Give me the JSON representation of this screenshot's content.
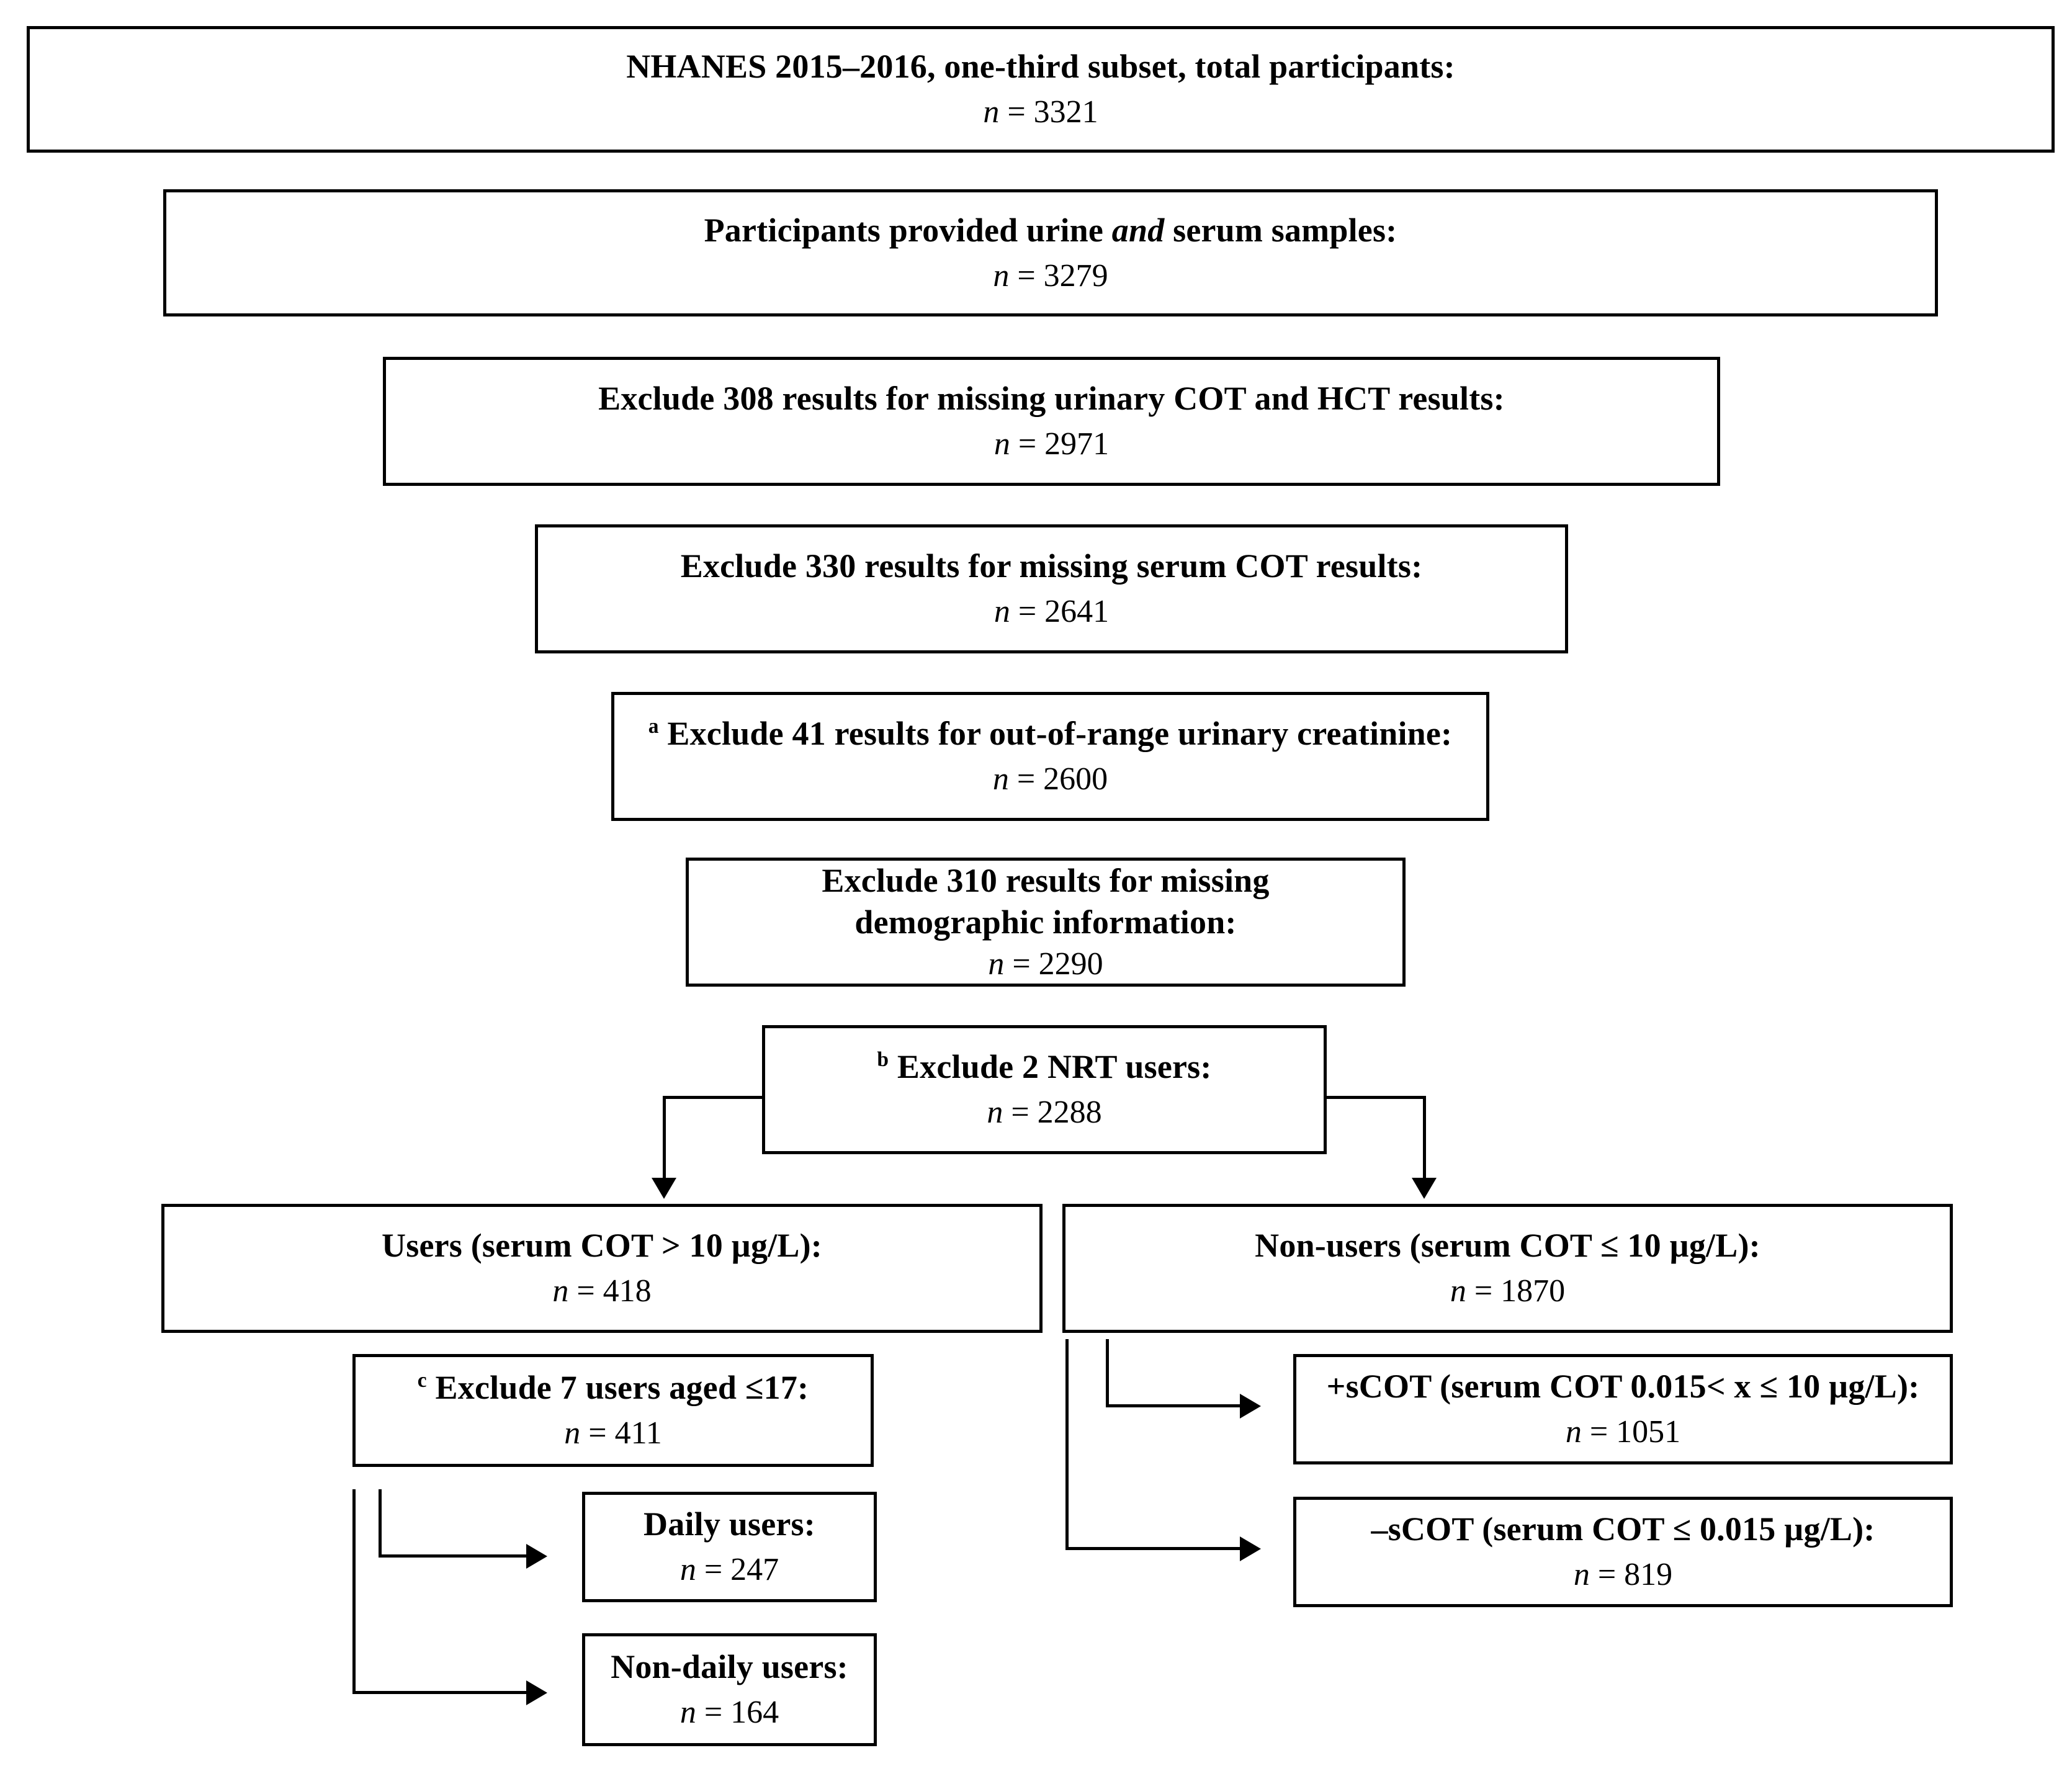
{
  "figure": {
    "type": "flow-diagram",
    "title": "NHANES participant selection flow diagram"
  },
  "nodes": {
    "total": {
      "line1_a": "NHANES 2015–2016, one-third subset, total participants:",
      "line2_n": "n",
      "line2_eq": " = 3321"
    },
    "samples": {
      "line1_a": "Participants provided urine ",
      "line1_ital": "and",
      "line1_b": " serum samples:",
      "line2_n": "n",
      "line2_eq": " = 3279"
    },
    "exclude_cot_hct": {
      "line1_a": "Exclude 308 results for missing urinary COT and HCT results:",
      "line2_n": "n",
      "line2_eq": " =  2971"
    },
    "exclude_serum_cot": {
      "line1_a": "Exclude 330 results for missing serum COT results:",
      "line2_n": "n",
      "line2_eq": " = 2641"
    },
    "exclude_creatinine": {
      "sup": "a",
      "line1_a": " Exclude 41 results for out-of-range  urinary  creatinine:",
      "line2_n": "n",
      "line2_eq": " = 2600"
    },
    "exclude_demographic": {
      "line1_a": "Exclude 310 results for missing",
      "line1_b": "demographic information:",
      "line2_n": "n",
      "line2_eq": " = 2290"
    },
    "exclude_nrt": {
      "sup": "b",
      "line1_a": " Exclude 2 NRT users:",
      "line2_n": "n",
      "line2_eq": " = 2288"
    },
    "users": {
      "line1_a": "Users (serum COT > 10 µg/L):",
      "line2_n": "n",
      "line2_eq": " = 418"
    },
    "non_users": {
      "line1_a": "Non-users (serum COT ≤ 10 µg/L):",
      "line2_n": "n",
      "line2_eq": " = 1870"
    },
    "exclude_aged": {
      "sup": "c",
      "line1_a": " Exclude 7 users aged ≤17:",
      "line2_n": "n",
      "line2_eq": " = 411"
    },
    "daily_users": {
      "line1_a": "Daily  users:",
      "line2_n": "n",
      "line2_eq": " = 247"
    },
    "non_daily_users": {
      "line1_a": "Non-daily users:",
      "line2_n": "n",
      "line2_eq": " = 164"
    },
    "scot_positive": {
      "line1_a": "+sCOT (serum  COT 0.015< x ≤ 10 µg/L):",
      "line2_n": "n",
      "line2_eq": " = 1051"
    },
    "scot_negative": {
      "line1_a": "–sCOT (serum COT ≤ 0.015 µg/L):",
      "line2_n": "n",
      "line2_eq": " = 819"
    }
  },
  "colors": {
    "stroke": "#000000",
    "background": "#ffffff",
    "text": "#000000"
  }
}
